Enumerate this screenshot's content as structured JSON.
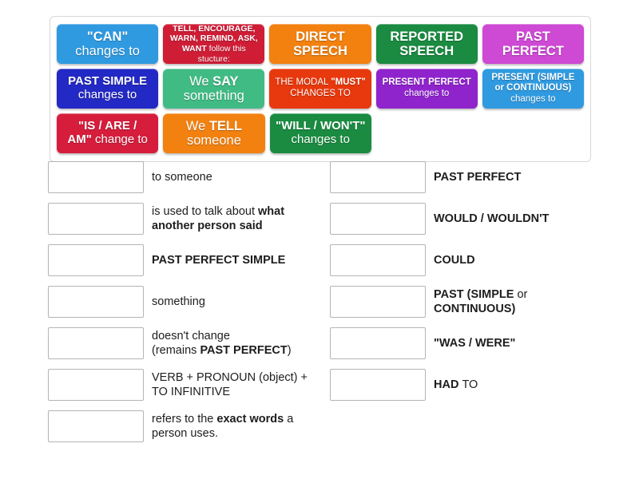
{
  "tile_bank": {
    "name": "word-tile-bank",
    "rows": [
      [
        {
          "id": "tile-can-changes-to",
          "color": "#2f9ae0",
          "size": "sz-lg",
          "lines": [
            {
              "text": "\"CAN\"",
              "bold": true
            },
            {
              "text": "changes to",
              "bold": false
            }
          ]
        },
        {
          "id": "tile-tell-encourage-structure",
          "color": "#cf1d36",
          "size": "sz-xs",
          "lines": [
            {
              "text": "TELL, ENCOURAGE,",
              "bold": true
            },
            {
              "text": "WARN, REMIND, ASK,",
              "bold": true
            },
            {
              "text": "WANT follow this stucture:",
              "bold": "mixed",
              "bold_part": "WANT",
              "rest": " follow this stucture:"
            }
          ]
        },
        {
          "id": "tile-direct-speech",
          "color": "#f28110",
          "size": "sz-lg",
          "lines": [
            {
              "text": "DIRECT",
              "bold": true
            },
            {
              "text": "SPEECH",
              "bold": true
            }
          ]
        },
        {
          "id": "tile-reported-speech",
          "color": "#1a8b41",
          "size": "sz-lg",
          "lines": [
            {
              "text": "REPORTED",
              "bold": true
            },
            {
              "text": "SPEECH",
              "bold": true
            }
          ]
        },
        {
          "id": "tile-past-perfect",
          "color": "#ce49d4",
          "size": "sz-lg",
          "lines": [
            {
              "text": "PAST",
              "bold": true
            },
            {
              "text": "PERFECT",
              "bold": true
            }
          ]
        }
      ],
      [
        {
          "id": "tile-past-simple-changes-to",
          "color": "#2329c4",
          "size": "sz-md",
          "lines": [
            {
              "text": "PAST SIMPLE",
              "bold": true
            },
            {
              "text": "changes to",
              "bold": false
            }
          ]
        },
        {
          "id": "tile-we-say-something",
          "color": "#41bb84",
          "size": "sz-lg",
          "lines": [
            {
              "text": "We SAY",
              "bold": "mixed",
              "bold_part": "SAY",
              "rest": "We ",
              "lead": true
            },
            {
              "text": "something",
              "bold": false
            }
          ]
        },
        {
          "id": "tile-modal-must-changes-to",
          "color": "#e8380d",
          "size": "sz-xxs",
          "lines": [
            {
              "text": "THE MODAL \"MUST\"",
              "bold": "mixed",
              "bold_part": "\"MUST\"",
              "rest": "THE MODAL ",
              "lead": true
            },
            {
              "text": "CHANGES TO",
              "bold": false
            }
          ]
        },
        {
          "id": "tile-present-perfect-changes-to",
          "color": "#8f24cd",
          "size": "sz-xxs",
          "lines": [
            {
              "text": "PRESENT PERFECT",
              "bold": true
            },
            {
              "text": "changes to",
              "bold": false
            }
          ]
        },
        {
          "id": "tile-present-simple-or-continuous-changes-to",
          "color": "#2f9ae0",
          "size": "sz-xxs",
          "lines": [
            {
              "text": "PRESENT (SIMPLE",
              "bold": true
            },
            {
              "text": "or CONTINUOUS)",
              "bold": true
            },
            {
              "text": "changes to",
              "bold": false
            }
          ]
        }
      ],
      [
        {
          "id": "tile-is-are-am-change-to",
          "color": "#d61d3c",
          "size": "sz-md",
          "lines": [
            {
              "text": "\"IS / ARE /",
              "bold": true
            },
            {
              "text": "AM\" change to",
              "bold": "mixed",
              "bold_part": "AM\"",
              "rest": " change to"
            }
          ]
        },
        {
          "id": "tile-we-tell-someone",
          "color": "#f28110",
          "size": "sz-lg",
          "lines": [
            {
              "text": "We TELL",
              "bold": "mixed",
              "bold_part": "TELL",
              "rest": "We ",
              "lead": true
            },
            {
              "text": "someone",
              "bold": false
            }
          ]
        },
        {
          "id": "tile-will-wont-changes-to",
          "color": "#1a8b41",
          "size": "sz-md",
          "lines": [
            {
              "text": "\"WILL / WON'T\"",
              "bold": true
            },
            {
              "text": "changes to",
              "bold": false
            }
          ]
        }
      ]
    ]
  },
  "answers": {
    "left_column": [
      {
        "id": "answer-to-someone",
        "segments": [
          {
            "text": "to someone",
            "bold": false
          }
        ]
      },
      {
        "id": "answer-what-another-person-said",
        "segments": [
          {
            "text": "is used to talk about ",
            "bold": false
          },
          {
            "text": "what another person said",
            "bold": true
          }
        ]
      },
      {
        "id": "answer-past-perfect-simple",
        "segments": [
          {
            "text": "PAST PERFECT SIMPLE",
            "bold": true
          }
        ]
      },
      {
        "id": "answer-something",
        "segments": [
          {
            "text": "something",
            "bold": false
          }
        ]
      },
      {
        "id": "answer-doesnt-change-remains-past-perfect",
        "segments": [
          {
            "text": "doesn't change\n(remains ",
            "bold": false
          },
          {
            "text": "PAST PERFECT",
            "bold": true
          },
          {
            "text": ")",
            "bold": false
          }
        ]
      },
      {
        "id": "answer-verb-pronoun-to-infinitive",
        "segments": [
          {
            "text": "VERB + PRONOUN (object) + TO INFINITIVE",
            "bold": false
          }
        ]
      },
      {
        "id": "answer-refers-to-exact-words",
        "segments": [
          {
            "text": "refers to the ",
            "bold": false
          },
          {
            "text": "exact words",
            "bold": true
          },
          {
            "text": " a person uses.",
            "bold": false
          }
        ]
      }
    ],
    "right_column": [
      {
        "id": "answer-past-perfect",
        "segments": [
          {
            "text": "PAST PERFECT",
            "bold": true
          }
        ]
      },
      {
        "id": "answer-would-wouldnt",
        "segments": [
          {
            "text": "WOULD / WOULDN'T",
            "bold": true
          }
        ]
      },
      {
        "id": "answer-could",
        "segments": [
          {
            "text": "COULD",
            "bold": true
          }
        ]
      },
      {
        "id": "answer-past-simple-or-continuous",
        "segments": [
          {
            "text": "PAST (SIMPLE ",
            "bold": true
          },
          {
            "text": "or",
            "bold": false
          },
          {
            "text": " CONTINUOUS)",
            "bold": true
          }
        ]
      },
      {
        "id": "answer-was-were",
        "segments": [
          {
            "text": "\"WAS / WERE\"",
            "bold": true
          }
        ]
      },
      {
        "id": "answer-had-to",
        "segments": [
          {
            "text": "HAD ",
            "bold": true
          },
          {
            "text": "TO",
            "bold": false
          }
        ]
      }
    ]
  }
}
